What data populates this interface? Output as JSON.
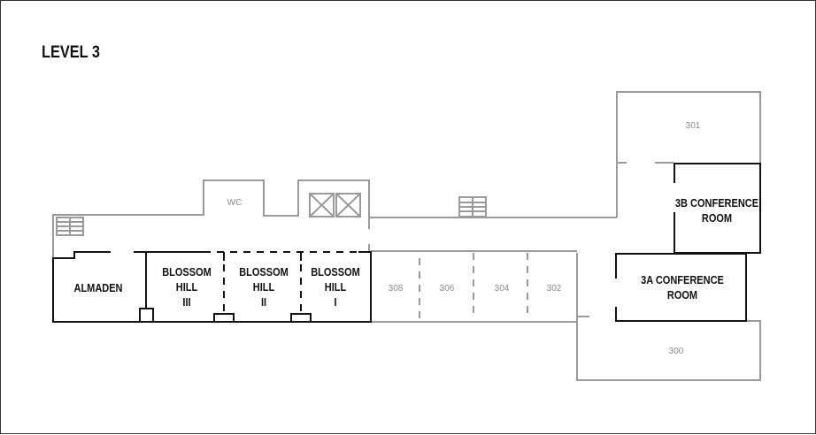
{
  "map": {
    "title": "LEVEL 3",
    "colors": {
      "outline_gray": "#9a9a9a",
      "outline_dark": "#111111",
      "label_gray": "#8a8a8a",
      "background": "#ffffff"
    },
    "rooms": {
      "almaden": "ALMADEN",
      "blossom_hill_3": "BLOSSOM\nHILL\nIII",
      "blossom_hill_2": "BLOSSOM\nHILL\nII",
      "blossom_hill_1": "BLOSSOM\nHILL\nI",
      "wc": "WC",
      "r308": "308",
      "r306": "306",
      "r304": "304",
      "r302": "302",
      "r301": "301",
      "r300": "300",
      "conf_3b": "3B CONFERENCE\nROOM",
      "conf_3a": "3A CONFERENCE\nROOM"
    },
    "icons": [
      "stairs-icon",
      "elevator-icon",
      "elevator-icon",
      "stairs-icon"
    ]
  }
}
